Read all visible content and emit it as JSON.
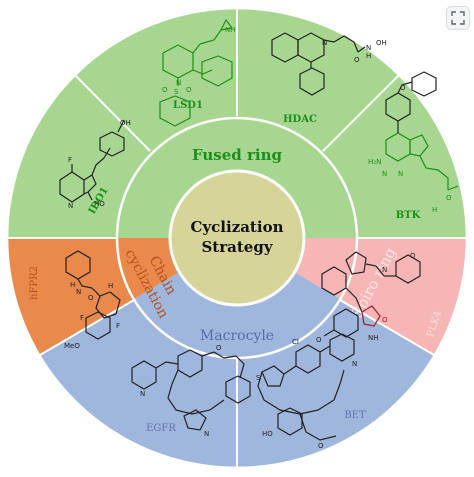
{
  "title_lines": [
    "Cyclization",
    "Strategy"
  ],
  "categories": [
    {
      "name": "Fused ring",
      "color": "#a6d68f",
      "text_color": "#1b8f1b"
    },
    {
      "name": "Spiro ring",
      "color": "#f6b6b6",
      "text_color": "#f9dede"
    },
    {
      "name": "Macrocyle",
      "color": "#9fb6dd",
      "text_color": "#5a6aa6"
    },
    {
      "name": "Chain cyclization",
      "lines": [
        "Chain",
        "cyclization"
      ],
      "color": "#e98a4c",
      "text_color": "#b5511f"
    }
  ],
  "targets": {
    "lsd1": "LSD1",
    "hdac": "HDAC",
    "ido1": "IDO1",
    "btk": "BTK",
    "plk4": "PLK4",
    "bet": "BET",
    "egfr": "EGFR",
    "hfpr2": "hFPR2"
  },
  "atom_labels": {
    "lsd1_nh": "NH",
    "lsd1_n": "N",
    "lsd1_o1": "O",
    "lsd1_s": "S",
    "lsd1_o2": "O",
    "hdac_n": "N",
    "hdac_o": "O",
    "hdac_nh": "N",
    "hdac_h": "H",
    "hdac_oh": "OH",
    "ido1_oh": "OH",
    "ido1_ho": "HO",
    "ido1_f": "F",
    "ido1_n": "N",
    "btk_o": "O",
    "btk_nh2": "H₂N",
    "btk_n1": "N",
    "btk_n2": "N",
    "btk_hn": "H",
    "btk_co": "O",
    "hfpr2_h1": "H",
    "hfpr2_n1": "N",
    "hfpr2_o1": "O",
    "hfpr2_h2": "H",
    "hfpr2_f1": "F",
    "hfpr2_f2": "F",
    "hfpr2_meo": "MeO",
    "plk4_o": "O",
    "plk4_n": "N",
    "plk4_meo": "O",
    "plk4_nh": "NH",
    "plk4_o2": "O",
    "egfr_n": "N",
    "egfr_o": "O",
    "egfr_n2": "N",
    "bet_cl": "Cl",
    "bet_s": "S",
    "bet_n": "N",
    "bet_ho": "HO",
    "bet_o": "O"
  }
}
